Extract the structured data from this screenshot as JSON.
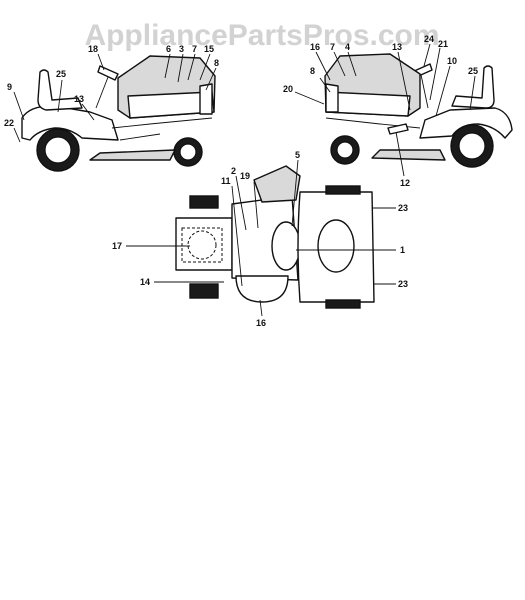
{
  "watermark": "AppliancePartsPros.com",
  "colors": {
    "line": "#111111",
    "fill": "#d9d9d9",
    "watermark": "#d2d2d2"
  },
  "callouts": {
    "left_view": [
      "9",
      "22",
      "25",
      "13",
      "18",
      "6",
      "3",
      "7",
      "15",
      "8"
    ],
    "right_view": [
      "16",
      "7",
      "4",
      "13",
      "24",
      "21",
      "10",
      "25",
      "8",
      "20",
      "12"
    ],
    "top_view": [
      "2",
      "19",
      "5",
      "11",
      "23",
      "17",
      "1",
      "14",
      "23",
      "16"
    ]
  }
}
